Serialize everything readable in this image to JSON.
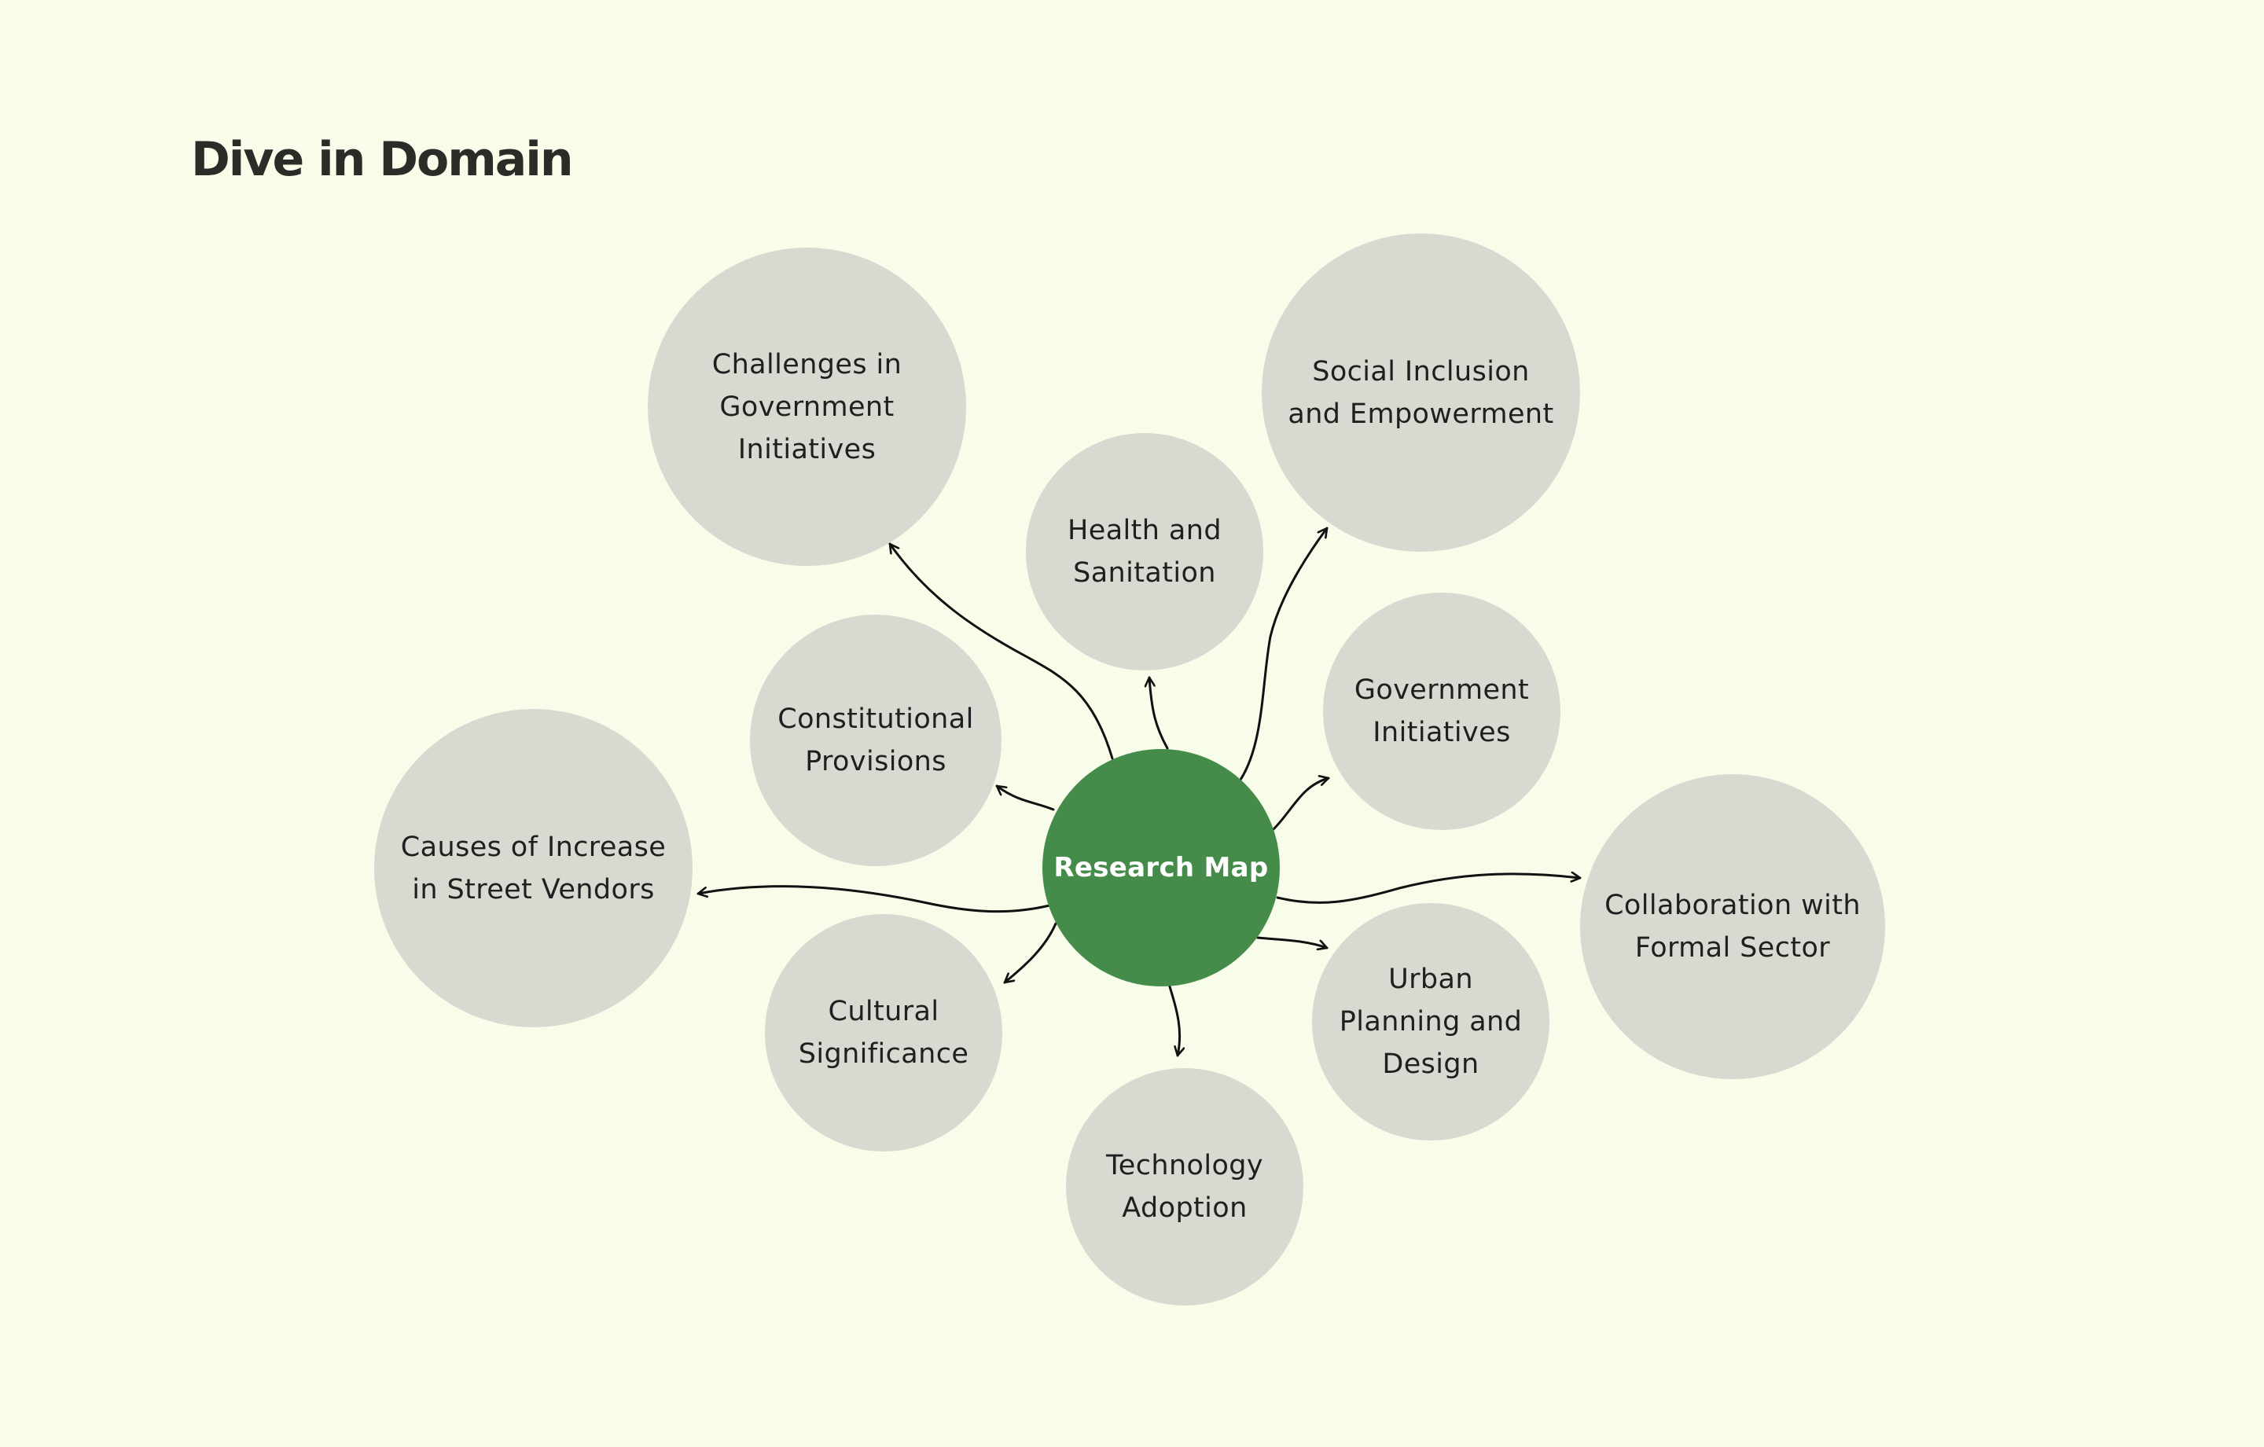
{
  "page": {
    "title": "Dive in Domain",
    "background_color": "#f8fde9"
  },
  "map": {
    "center": {
      "label": "Research Map",
      "color": "#458c4b"
    },
    "node_color": "#d9d9d2",
    "nodes": [
      {
        "id": "challenges",
        "label": "Challenges in Government Initiatives"
      },
      {
        "id": "social",
        "label": "Social Inclusion and Empowerment"
      },
      {
        "id": "health",
        "label": "Health and Sanitation"
      },
      {
        "id": "constitutional",
        "label": "Constitutional Provisions"
      },
      {
        "id": "government",
        "label": "Government Initiatives"
      },
      {
        "id": "causes",
        "label": "Causes of Increase in Street Vendors"
      },
      {
        "id": "collaboration",
        "label": "Collaboration with Formal Sector"
      },
      {
        "id": "cultural",
        "label": "Cultural Significance"
      },
      {
        "id": "urban",
        "label": "Urban Planning and Design"
      },
      {
        "id": "technology",
        "label": "Technology Adoption"
      }
    ]
  }
}
